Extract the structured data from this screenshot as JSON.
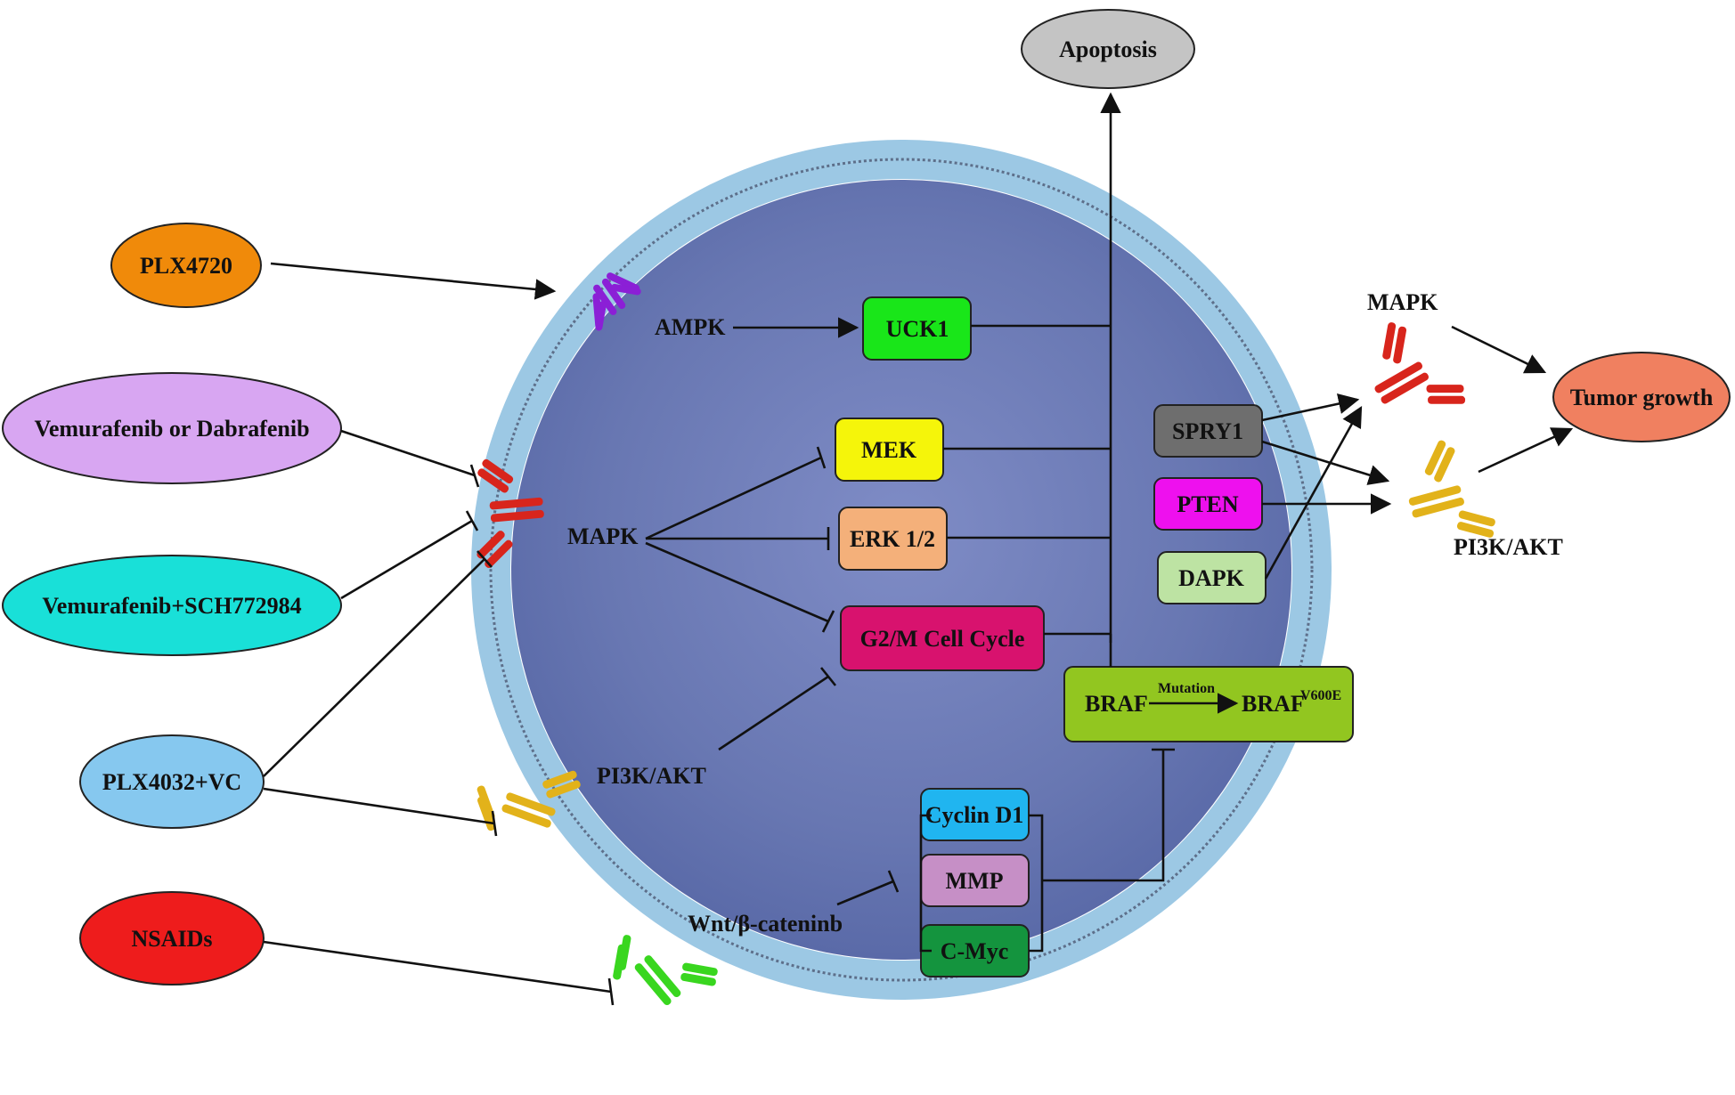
{
  "colors": {
    "cell_fill": "#6f7fb8",
    "membrane": "#9cc3de",
    "plx4720": "#f08a0a",
    "vemu_dabra": "#d8a6f2",
    "vemu_sch": "#19e0d8",
    "plx4032vc": "#86c8ef",
    "nsaids": "#ee1c1c",
    "apoptosis": "#c4c4c4",
    "tumor": "#f08060",
    "uck1": "#19e619",
    "mek": "#f5f50a",
    "erk": "#f4b07a",
    "g2m": "#d8126e",
    "spry1": "#6e6e6e",
    "pten": "#ee10ee",
    "dapk": "#bde3a3",
    "braf": "#92c620",
    "cyclin": "#20b5f0",
    "mmp": "#c68fc6",
    "cmyc": "#14943e",
    "receptor_purple": "#8b1fd6",
    "receptor_red": "#d8251c",
    "receptor_gold": "#e2b21a",
    "receptor_green": "#39d61f"
  },
  "drugs": {
    "plx4720": "PLX4720",
    "vemu_dabra": "Vemurafenib or Dabrafenib",
    "vemu_sch": "Vemurafenib+SCH772984",
    "plx4032vc": "PLX4032+VC",
    "nsaids": "NSAIDs"
  },
  "outcomes": {
    "apoptosis": "Apoptosis",
    "tumor_growth": "Tumor growth"
  },
  "pathways": {
    "ampk": "AMPK",
    "mapk_left": "MAPK",
    "pi3k_left": "PI3K/AKT",
    "wnt": "Wnt/β-cateninb",
    "mapk_right": "MAPK",
    "pi3k_right": "PI3K/AKT"
  },
  "nodes": {
    "uck1": "UCK1",
    "mek": "MEK",
    "erk": "ERK 1/2",
    "g2m": "G2/M Cell Cycle",
    "spry1": "SPRY1",
    "pten": "PTEN",
    "dapk": "DAPK",
    "braf": "BRAF",
    "braf_mut": "BRAF",
    "braf_sup": "V600E",
    "mutation": "Mutation",
    "cyclin": "Cyclin D1",
    "mmp": "MMP",
    "cmyc": "C-Myc"
  },
  "receptor_icons": {
    "purple": "antibody-receptor-icon",
    "red": "antibody-receptor-icon",
    "gold": "antibody-receptor-icon",
    "green": "antibody-receptor-icon"
  }
}
